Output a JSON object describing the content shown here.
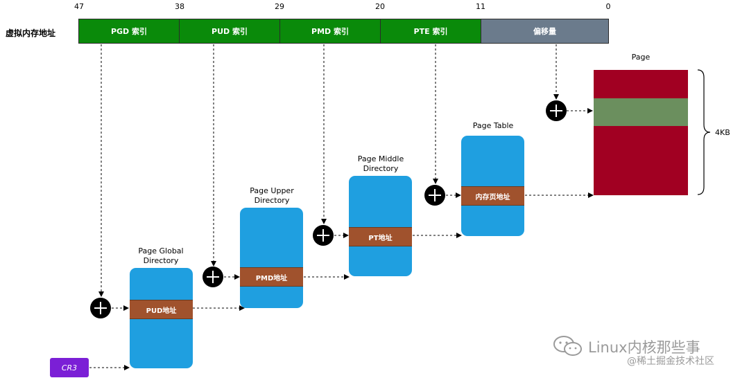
{
  "bit_positions": [
    "47",
    "38",
    "29",
    "20",
    "11",
    "0"
  ],
  "address_label": "虚拟内存地址",
  "fields": [
    {
      "label": "PGD 索引"
    },
    {
      "label": "PUD 索引"
    },
    {
      "label": "PMD 索引"
    },
    {
      "label": "PTE 索引"
    },
    {
      "label": "偏移量"
    }
  ],
  "tables": [
    {
      "caption_line1": "Page Global",
      "caption_line2": "Directory",
      "entry": "PUD地址"
    },
    {
      "caption_line1": "Page Upper",
      "caption_line2": "Directory",
      "entry": "PMD地址"
    },
    {
      "caption_line1": "Page Middle",
      "caption_line2": "Directory",
      "entry": "PT地址"
    },
    {
      "caption_line1": "Page Table",
      "caption_line2": "",
      "entry": "内存页地址"
    }
  ],
  "page": {
    "title": "Page",
    "size": "4KB"
  },
  "cr3": "CR3",
  "watermark": {
    "line1": "Linux内核那些事",
    "line2": "@稀土掘金技术社区"
  },
  "colors": {
    "field_green": "#0a8a0a",
    "offset_grey": "#6b7b8c",
    "table_blue": "#1f9fe0",
    "entry_brown": "#a0522d",
    "page_red": "#a10022",
    "page_green": "#6b8f5e",
    "cr3_purple": "#7b1fd6"
  }
}
